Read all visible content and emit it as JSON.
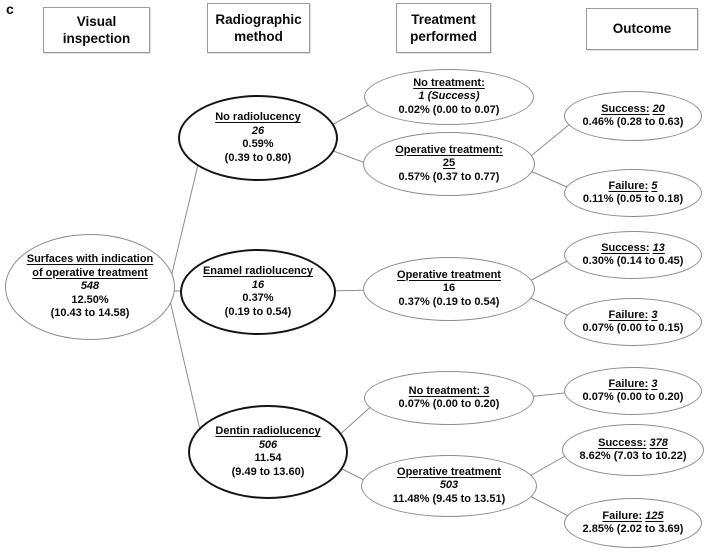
{
  "figure_label": "c",
  "colors": {
    "thick_border": "#141414",
    "thin_border": "#8d8d8d",
    "ink": "#0a0a0a"
  },
  "headers": [
    {
      "label": "Visual inspection"
    },
    {
      "label": "Radiographic method"
    },
    {
      "label": "Treatment performed"
    },
    {
      "label": "Outcome"
    }
  ],
  "nodes": {
    "root": {
      "title": "Surfaces with indication of operative treatment",
      "n": "548",
      "pct": "12.50%",
      "ci": "(10.43 to 14.58)"
    },
    "no_radiolucency": {
      "title": "No radiolucency",
      "n": "26",
      "pct": "0.59%",
      "ci": "(0.39 to 0.80)"
    },
    "enamel_radiolucency": {
      "title": "Enamel radiolucency",
      "n": "16",
      "pct": "0.37%",
      "ci": "(0.19 to 0.54)"
    },
    "dentin_radiolucency": {
      "title": "Dentin radiolucency",
      "n": "506",
      "pct": "11.54",
      "ci": "(9.49 to 13.60)"
    },
    "no_treatment_1": {
      "title": "No treatment:",
      "n": "1 (Success)",
      "stat": "0.02% (0.00 to 0.07)"
    },
    "operative_25": {
      "title": "Operative treatment:",
      "n": "25",
      "stat": "0.57% (0.37 to 0.77)"
    },
    "operative_16": {
      "title": "Operative treatment",
      "n": "16",
      "stat": "0.37% (0.19 to 0.54)"
    },
    "no_treatment_3": {
      "title": "No treatment: 3",
      "stat": "0.07% (0.00 to 0.20)"
    },
    "operative_503": {
      "title": "Operative treatment",
      "n": "503",
      "stat": "11.48% (9.45 to 13.51)"
    },
    "success_20": {
      "title": "Success:",
      "n": "20",
      "stat": "0.46% (0.28 to 0.63)"
    },
    "failure_5": {
      "title": "Failure:",
      "n": "5",
      "stat": "0.11% (0.05 to 0.18)"
    },
    "success_13": {
      "title": "Success:",
      "n": "13",
      "stat": "0.30% (0.14 to 0.45)"
    },
    "failure_3a": {
      "title": "Failure:",
      "n": "3",
      "stat": "0.07% (0.00 to 0.15)"
    },
    "failure_3b": {
      "title": "Failure:",
      "n": "3",
      "stat": "0.07% (0.00 to 0.20)"
    },
    "success_378": {
      "title": "Success:",
      "n": "378",
      "stat": "8.62% (7.03 to 10.22)"
    },
    "failure_125": {
      "title": "Failure:",
      "n": "125",
      "stat": "2.85% (2.02 to 3.69)"
    }
  }
}
